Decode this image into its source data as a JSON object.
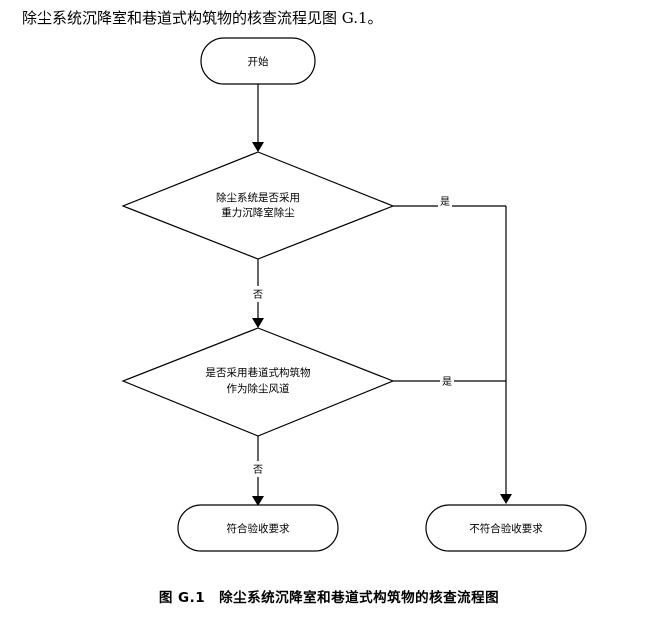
{
  "intro_text": "除尘系统沉降室和巷道式构筑物的核查流程见图 G.1。",
  "flowchart": {
    "start": "开始",
    "decision1": {
      "line1": "除尘系统是否采用",
      "line2": "重力沉降室除尘"
    },
    "decision2": {
      "line1": "是否采用巷道式构筑物",
      "line2": "作为除尘风道"
    },
    "result_pass": "符合验收要求",
    "result_fail": "不符合验收要求",
    "labels": {
      "yes1": "是",
      "no1": "否",
      "yes2": "是",
      "no2": "否"
    }
  },
  "caption": {
    "number": "图 G.1",
    "title": "除尘系统沉降室和巷道式构筑物的核查流程图"
  }
}
